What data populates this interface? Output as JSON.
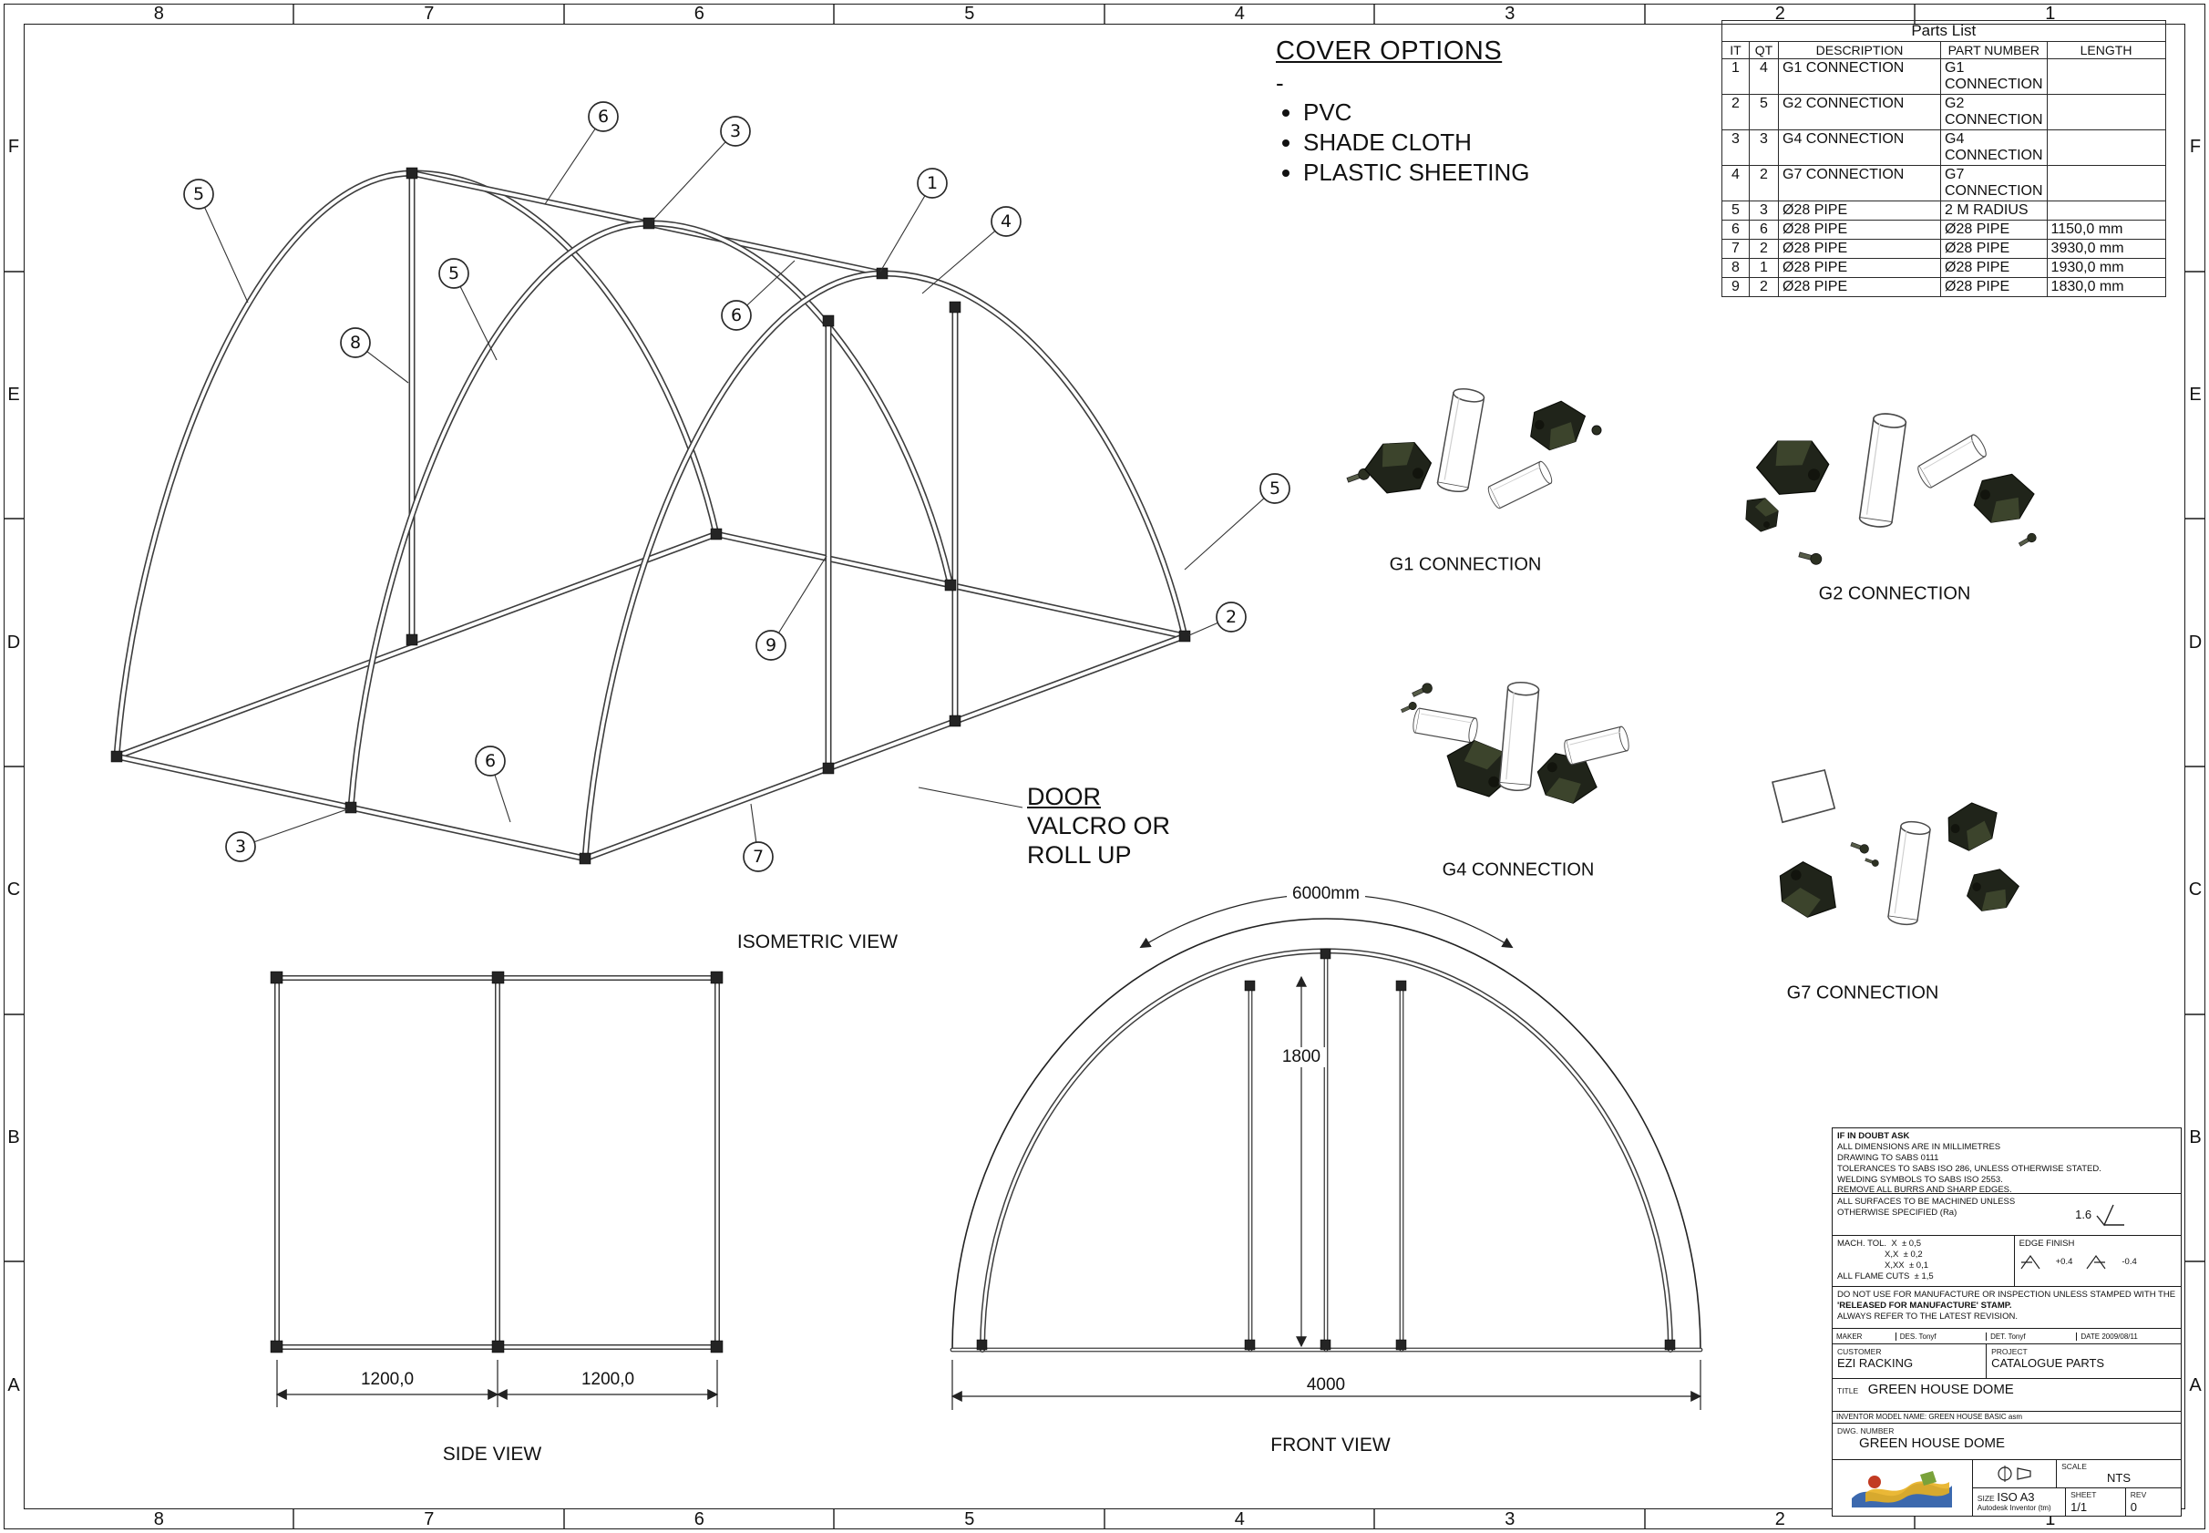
{
  "sheet": {
    "top_ruler": [
      "8",
      "7",
      "6",
      "5",
      "4",
      "3",
      "2",
      "1"
    ],
    "bottom_ruler": [
      "8",
      "7",
      "6",
      "5",
      "4",
      "3",
      "2",
      "1"
    ],
    "left_ruler": [
      "F",
      "E",
      "D",
      "C",
      "B",
      "A"
    ],
    "right_ruler": [
      "F",
      "E",
      "D",
      "C",
      "B",
      "A"
    ]
  },
  "cover_options": {
    "title": "COVER OPTIONS",
    "dash": "-",
    "items": [
      "PVC",
      "SHADE CLOTH",
      "PLASTIC SHEETING"
    ]
  },
  "parts_list": {
    "title": "Parts List",
    "headers": [
      "IT",
      "QT",
      "DESCRIPTION",
      "PART NUMBER",
      "LENGTH"
    ],
    "rows": [
      [
        "1",
        "4",
        "G1 CONNECTION",
        "G1 CONNECTION",
        ""
      ],
      [
        "2",
        "5",
        "G2 CONNECTION",
        "G2 CONNECTION",
        ""
      ],
      [
        "3",
        "3",
        "G4 CONNECTION",
        "G4 CONNECTION",
        ""
      ],
      [
        "4",
        "2",
        "G7 CONNECTION",
        "G7 CONNECTION",
        ""
      ],
      [
        "5",
        "3",
        "Ø28 PIPE",
        "2 M RADIUS",
        ""
      ],
      [
        "6",
        "6",
        "Ø28 PIPE",
        "Ø28 PIPE",
        "1150,0 mm"
      ],
      [
        "7",
        "2",
        "Ø28 PIPE",
        "Ø28 PIPE",
        "3930,0 mm"
      ],
      [
        "8",
        "1",
        "Ø28 PIPE",
        "Ø28 PIPE",
        "1930,0 mm"
      ],
      [
        "9",
        "2",
        "Ø28 PIPE",
        "Ø28 PIPE",
        "1830,0 mm"
      ]
    ]
  },
  "balloons": [
    "6",
    "3",
    "1",
    "4",
    "5",
    "5",
    "8",
    "6",
    "5",
    "2",
    "9",
    "6",
    "3",
    "7"
  ],
  "labels": {
    "isometric": "ISOMETRIC VIEW",
    "side": "SIDE VIEW",
    "front": "FRONT VIEW",
    "g1": "G1 CONNECTION",
    "g2": "G2 CONNECTION",
    "g4": "G4 CONNECTION",
    "g7": "G7 CONNECTION",
    "door_line1": "DOOR",
    "door_line2": "VALCRO OR",
    "door_line3": "ROLL UP"
  },
  "dimensions": {
    "front_arc": "6000mm",
    "front_door_height": "1800",
    "front_width": "4000",
    "side_bay1": "1200,0",
    "side_bay2": "1200,0"
  },
  "title_block": {
    "if_in_doubt": "IF IN DOUBT ASK",
    "notes": [
      "ALL DIMENSIONS ARE IN MILLIMETRES",
      "DRAWING TO SABS 0111",
      "TOLERANCES TO SABS ISO 286, UNLESS OTHERWISE STATED.",
      "WELDING SYMBOLS TO SABS ISO 2553.",
      "REMOVE ALL BURRS AND SHARP EDGES."
    ],
    "surfaces_note": "ALL SURFACES TO BE MACHINED UNLESS OTHERWISE SPECIFIED (Ra)",
    "surface_finish": "1.6",
    "mach_tol": "MACH. TOL.",
    "tol_rows": [
      [
        "X",
        "± 0,5"
      ],
      [
        "X,X",
        "± 0,2"
      ],
      [
        "X,XX",
        "± 0,1"
      ]
    ],
    "flame_label": "ALL FLAME CUTS",
    "flame_tol": "± 1,5",
    "edge_label": "EDGE FINISH",
    "edge_plus": "+0.4",
    "edge_minus": "-0.4",
    "warning1": "DO NOT USE FOR MANUFACTURE OR INSPECTION UNLESS STAMPED WITH THE",
    "warning2": "'RELEASED FOR MANUFACTURE' STAMP.",
    "warning3": "ALWAYS REFER TO THE LATEST REVISION.",
    "maker_label": "MAKER",
    "des_label": "DES.",
    "des": "Tonyf",
    "det_label": "DET.",
    "det": "Tonyf",
    "date_label": "DATE",
    "date": "2009/08/11",
    "customer_label": "CUSTOMER",
    "customer": "EZI RACKING",
    "project_label": "PROJECT",
    "project": "CATALOGUE PARTS",
    "title_label": "TITLE",
    "title": "GREEN HOUSE DOME",
    "model_note": "INVENTOR MODEL NAME: GREEN HOUSE BASIC asm",
    "dwg_label": "DWG. NUMBER",
    "dwg": "GREEN HOUSE DOME",
    "size_label": "SIZE",
    "size": "ISO A3",
    "inventor_note": "Autodesk Inventor (tm)",
    "scale_label": "SCALE",
    "scale": "NTS",
    "sheet_label": "SHEET",
    "sheet": "1/1",
    "rev_label": "REV",
    "rev": "0"
  }
}
